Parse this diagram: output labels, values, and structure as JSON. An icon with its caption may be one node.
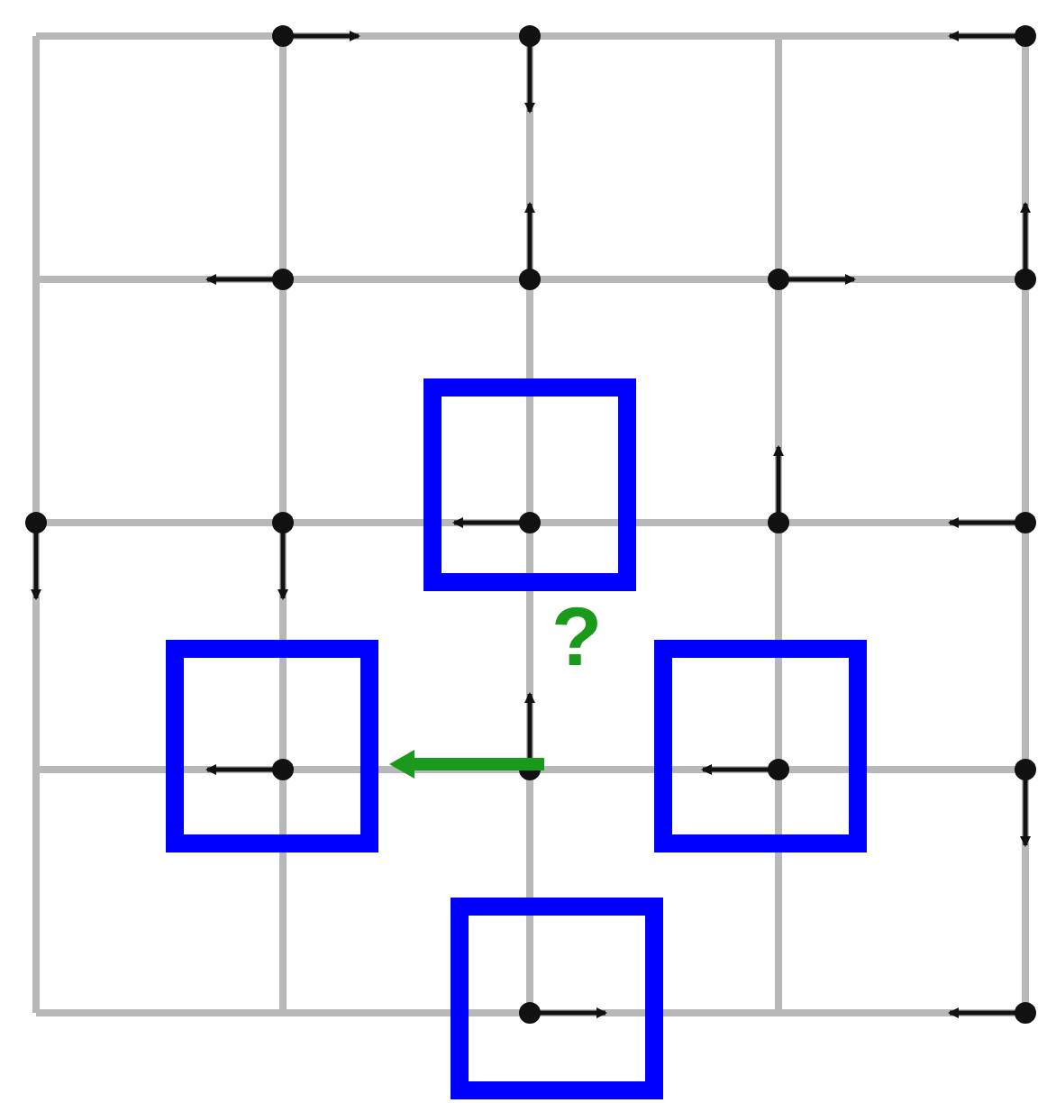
{
  "diagram": {
    "nodes": [
      {
        "text": [],
        "shape": "box"
      },
      {
        "text": [],
        "shape": "box"
      },
      {
        "text": [],
        "shape": "box"
      },
      {
        "text": [],
        "shape": "box"
      }
    ],
    "edges": [
      {
        "from": null,
        "to": 1,
        "arrow": "to"
      }
    ],
    "labels": [
      "?"
    ]
  }
}
